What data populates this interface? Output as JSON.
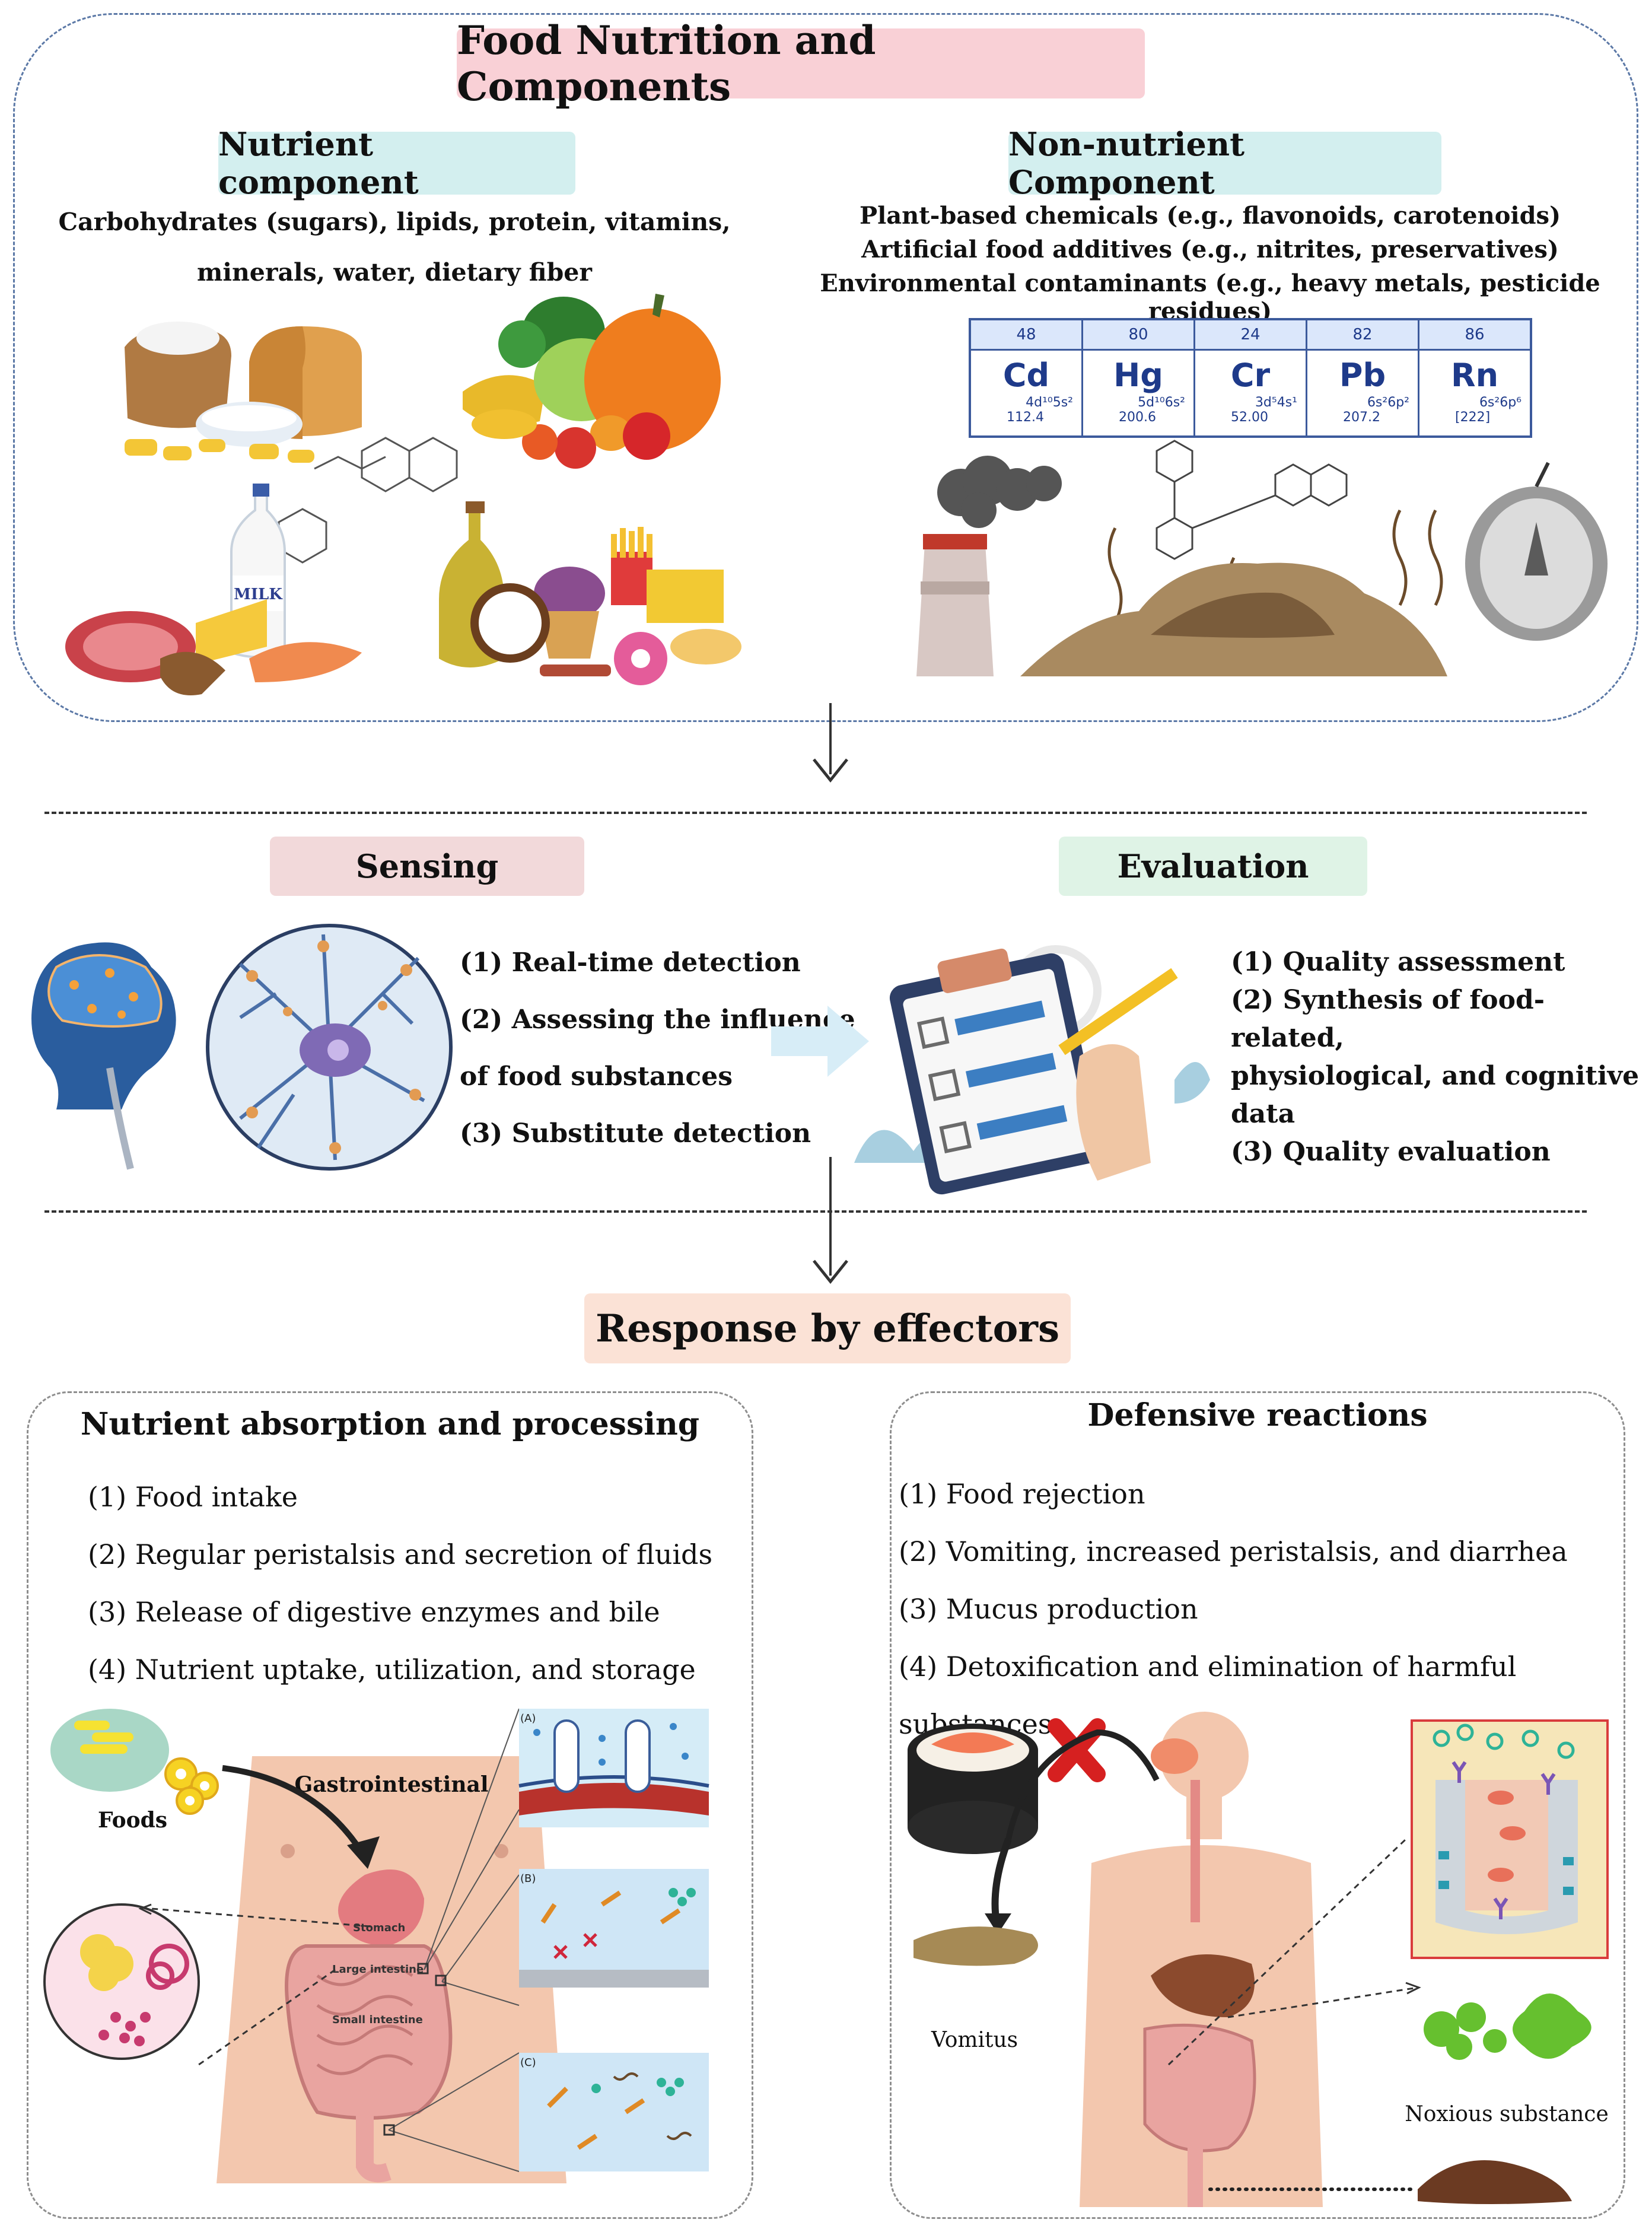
{
  "title": "Food Nutrition and Components",
  "nutrient": {
    "heading": "Nutrient component",
    "line1": "Carbohydrates (sugars), lipids, protein, vitamins,",
    "line2": "minerals, water, dietary fiber",
    "milk_label": "MILK"
  },
  "non_nutrient": {
    "heading": "Non-nutrient Component",
    "line1": "Plant-based chemicals (e.g., flavonoids, carotenoids)",
    "line2": "Artificial food additives (e.g., nitrites,  preservatives)",
    "line3": "Environmental contaminants (e.g., heavy metals, pesticide residues)"
  },
  "elements": [
    {
      "number": "48",
      "symbol": "Cd",
      "config": "4d¹⁰5s²",
      "mass": "112.4"
    },
    {
      "number": "80",
      "symbol": "Hg",
      "config": "5d¹⁰6s²",
      "mass": "200.6"
    },
    {
      "number": "24",
      "symbol": "Cr",
      "config": "3d⁵4s¹",
      "mass": "52.00"
    },
    {
      "number": "82",
      "symbol": "Pb",
      "config": "6s²6p²",
      "mass": "207.2"
    },
    {
      "number": "86",
      "symbol": "Rn",
      "config": "6s²6p⁶",
      "mass": "[222]"
    }
  ],
  "sensing": {
    "heading": "Sensing",
    "items": [
      "(1) Real-time detection",
      "(2) Assessing the influence",
      "of food substances",
      "(3) Substitute detection"
    ]
  },
  "evaluation": {
    "heading": "Evaluation",
    "items": [
      "(1) Quality assessment",
      "(2) Synthesis of food-related,",
      "physiological, and cognitive",
      "data",
      "(3) Quality evaluation"
    ]
  },
  "response_title": "Response by effectors",
  "absorption": {
    "heading": "Nutrient absorption and processing",
    "items": [
      "(1) Food intake",
      "(2) Regular peristalsis and secretion of fluids",
      "(3) Release of digestive enzymes and bile",
      "(4) Nutrient uptake, utilization, and storage"
    ],
    "foods_label": "Foods",
    "gi_label": "Gastrointestinal",
    "stomach_label": "Stomach",
    "large_intestine_label": "Large intestine",
    "small_intestine_label": "Small intestine",
    "panel_a": "(A)",
    "panel_b": "(B)",
    "panel_c": "(C)"
  },
  "defensive": {
    "heading": "Defensive reactions",
    "items": [
      "(1) Food rejection",
      "(2) Vomiting, increased peristalsis, and diarrhea",
      "(3) Mucus production",
      "(4) Detoxification and elimination of harmful substances"
    ],
    "vomitus_label": "Vomitus",
    "noxious_label": "Noxious substance"
  },
  "colors": {
    "title_pill": "#f9d0d6",
    "heading_pill": "#d3efef",
    "sensing_pill": "#f2d9da",
    "evaluation_pill": "#dff3e6",
    "response_pill": "#fbe2d6",
    "frame_blue": "#5b78a6"
  }
}
